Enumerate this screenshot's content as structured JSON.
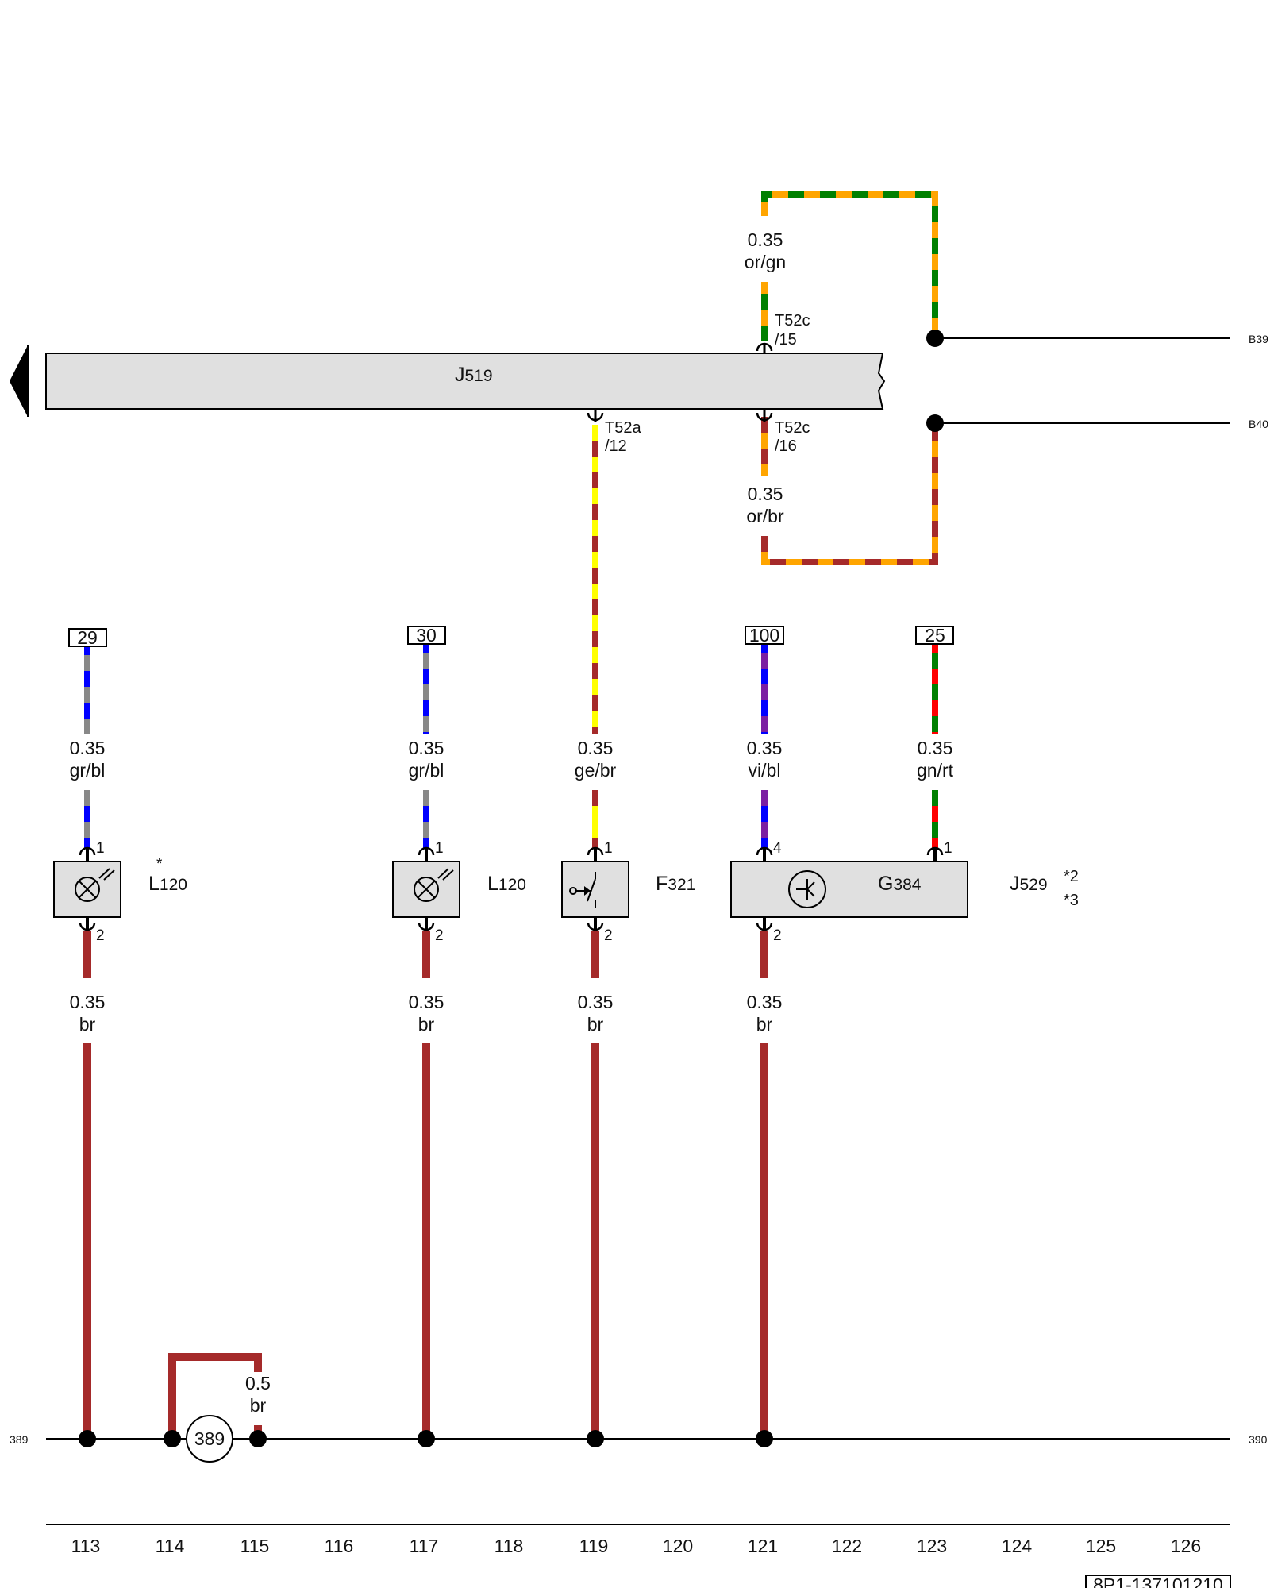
{
  "diagram": {
    "colors": {
      "br": "#a52a2a",
      "gr": "#888888",
      "bl": "#0000ff",
      "ge": "#ffff00",
      "vi": "#7b1fa2",
      "gn": "#008000",
      "rt": "#ff0000",
      "or": "#ffa500",
      "box_fill": "#e0e0e0"
    },
    "control_unit": {
      "code": "J",
      "sub": "519"
    },
    "connectors": {
      "t52c_15": {
        "name": "T52c",
        "pin": "/15"
      },
      "t52a_12": {
        "name": "T52a",
        "pin": "/12"
      },
      "t52c_16": {
        "name": "T52c",
        "pin": "/16"
      }
    },
    "wires": {
      "or_gn": {
        "gauge": "0.35",
        "color": "or/gn"
      },
      "or_br": {
        "gauge": "0.35",
        "color": "or/br"
      },
      "w113_top": {
        "gauge": "0.35",
        "color": "gr/bl"
      },
      "w117_top": {
        "gauge": "0.35",
        "color": "gr/bl"
      },
      "w119_top": {
        "gauge": "0.35",
        "color": "ge/br"
      },
      "w121_top": {
        "gauge": "0.35",
        "color": "vi/bl"
      },
      "w123_top": {
        "gauge": "0.35",
        "color": "gn/rt"
      },
      "w113_bot": {
        "gauge": "0.35",
        "color": "br"
      },
      "w117_bot": {
        "gauge": "0.35",
        "color": "br"
      },
      "w119_bot": {
        "gauge": "0.35",
        "color": "br"
      },
      "w121_bot": {
        "gauge": "0.35",
        "color": "br"
      },
      "w115": {
        "gauge": "0.5",
        "color": "br"
      }
    },
    "references": [
      "29",
      "30",
      "100",
      "25"
    ],
    "components": {
      "l120_a": {
        "code": "L",
        "sub": "120",
        "mark": "*"
      },
      "l120_b": {
        "code": "L",
        "sub": "120"
      },
      "f321": {
        "code": "F",
        "sub": "321"
      },
      "g384": {
        "code": "G",
        "sub": "384"
      },
      "j529": {
        "code": "J",
        "sub": "529",
        "notes": [
          "*2",
          "*3"
        ]
      }
    },
    "pins": {
      "p113_top": "1",
      "p113_bot": "2",
      "p117_top": "1",
      "p117_bot": "2",
      "p119_top": "1",
      "p119_bot": "2",
      "p121_top": "4",
      "p121_bot": "2",
      "p123_top": "1"
    },
    "bus": {
      "left": "389",
      "right": "390",
      "ground": "389"
    },
    "right_refs": {
      "b39": "B39",
      "b40": "B40"
    },
    "tracks": [
      "113",
      "114",
      "115",
      "116",
      "117",
      "118",
      "119",
      "120",
      "121",
      "122",
      "123",
      "124",
      "125",
      "126"
    ],
    "doc_number": "8P1-137101210"
  }
}
